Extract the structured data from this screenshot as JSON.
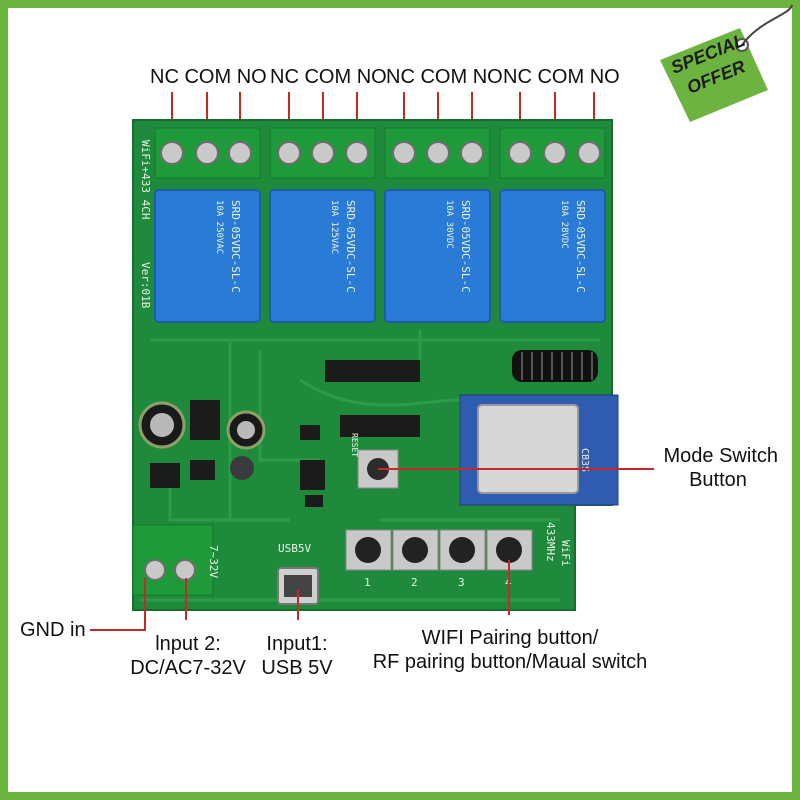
{
  "terminal_label_groups": [
    {
      "nc": "NC",
      "com": "COM",
      "no": "NO"
    },
    {
      "nc": "NC",
      "com": "COM",
      "no": "NO"
    },
    {
      "nc": "NC",
      "com": "COM",
      "no": "NO"
    },
    {
      "nc": "NC",
      "com": "COM",
      "no": "NO"
    }
  ],
  "tag": {
    "line1": "SPECIAL",
    "line2": "OFFER",
    "color": "#6db33f"
  },
  "callouts": {
    "mode_switch_line1": "Mode Switch",
    "mode_switch_line2": "Button",
    "gnd": "GND in",
    "input2_line1": "lnput 2:",
    "input2_line2": "DC/AC7-32V",
    "input1_line1": "Input1:",
    "input1_line2": "USB 5V",
    "pairing_line1": "WIFI Pairing button/",
    "pairing_line2": "RF pairing button/Maual switch"
  },
  "pcb": {
    "board_title": "WiFi+433 4CH",
    "version": "Ver:01B",
    "relay_model": "SRD-05VDC-SL-C",
    "relay_rating1": "10A 250VAC",
    "relay_rating2": "10A 125VAC",
    "relay_rating3": "10A 30VDC",
    "relay_rating4": "10A 28VDC",
    "power_label": "7~32V",
    "usb_label": "USB5V",
    "module_label": "CB3S",
    "reset_label": "RESET",
    "button_numbers": [
      "1",
      "2",
      "3",
      "4"
    ],
    "wifi_label": "WiFi",
    "freq_label": "433MHz",
    "board_color": "#1f8a3b",
    "relay_color": "#2a7bd6"
  }
}
